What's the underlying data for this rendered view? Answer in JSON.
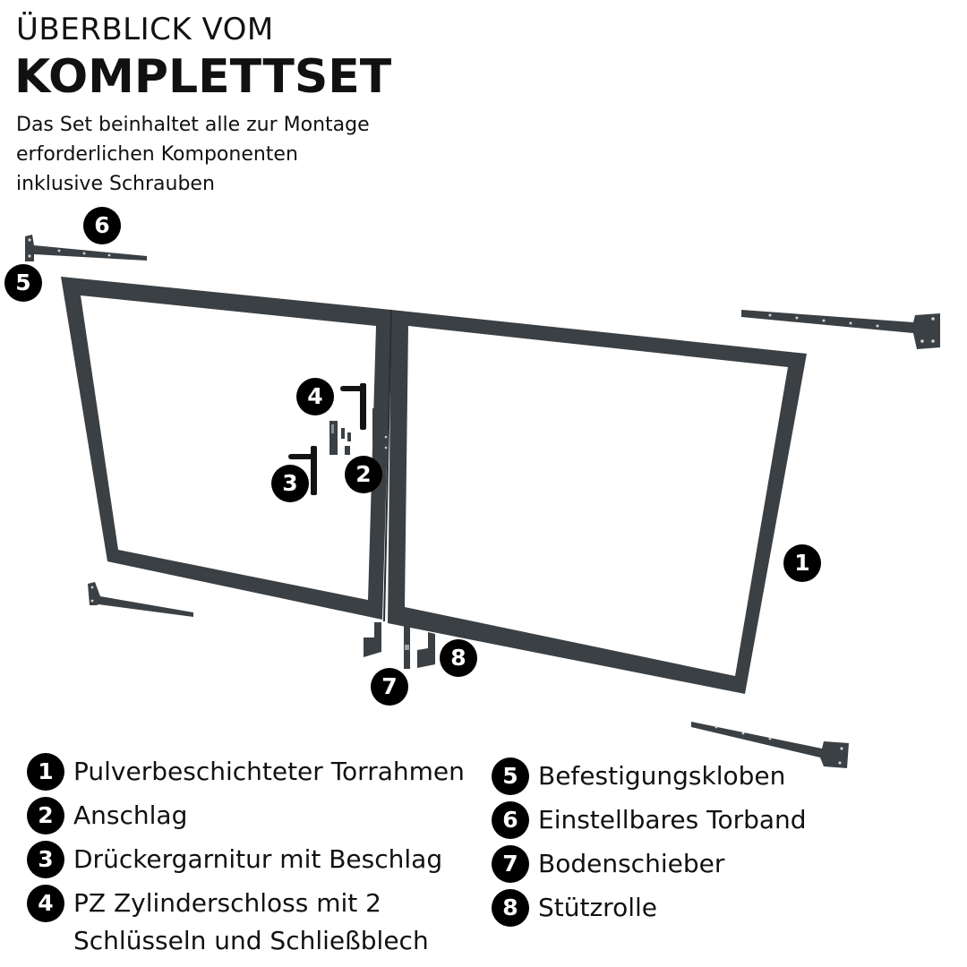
{
  "header": {
    "line1": "ÜBERBLICK VOM",
    "line2": "KOMPLETTSET",
    "subtitle_lines": [
      "Das Set beinhaltet alle zur Montage",
      "erforderlichen Komponenten",
      "inklusive Schrauben"
    ]
  },
  "colors": {
    "frame": "#3b4044",
    "marker_bg": "#000000",
    "marker_text": "#ffffff",
    "text": "#111111"
  },
  "markers": [
    "1",
    "2",
    "3",
    "4",
    "5",
    "6",
    "7",
    "8"
  ],
  "legend": {
    "left": [
      {
        "num": "1",
        "lines": [
          "Pulverbeschichteter Torrahmen"
        ]
      },
      {
        "num": "2",
        "lines": [
          "Anschlag"
        ]
      },
      {
        "num": "3",
        "lines": [
          "Drückergarnitur mit Beschlag"
        ]
      },
      {
        "num": "4",
        "lines": [
          "PZ Zylinderschloss mit 2",
          "Schlüsseln und Schließblech"
        ]
      }
    ],
    "right": [
      {
        "num": "5",
        "lines": [
          "Befestigungskloben"
        ]
      },
      {
        "num": "6",
        "lines": [
          "Einstellbares Torband"
        ]
      },
      {
        "num": "7",
        "lines": [
          "Bodenschieber"
        ]
      },
      {
        "num": "8",
        "lines": [
          "Stützrolle"
        ]
      }
    ]
  }
}
